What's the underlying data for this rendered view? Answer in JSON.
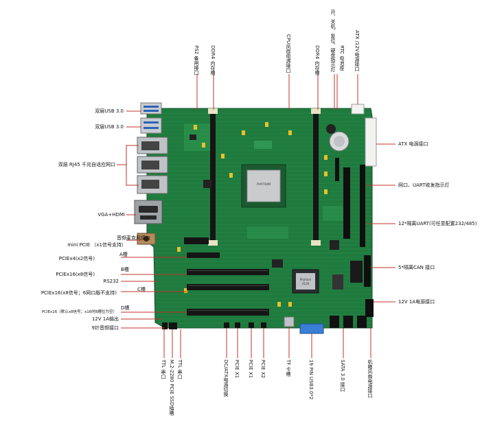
{
  "colors": {
    "pcb": "#1f7a3e",
    "pcb_dark": "#145a2b",
    "leader": "#c0302a",
    "slot": "#151515",
    "metal": "#b9bcc0",
    "dimm_latch": "#e8e3c4",
    "sata": "#111111",
    "usb_header": "#3a7fd5"
  },
  "board": {
    "cpu_die_text": "PHYTIUM",
    "bridge_chip_text": "Phytium\nX100"
  },
  "labels": {
    "left": {
      "usb_top": "双层USB 3.0",
      "usb_mid": "双层USB 3.0",
      "rj45": "双层 RJ45 千兆自适应网口",
      "vga_hdmi": "VGA+HDMI",
      "audio": "音频麦克风接口",
      "mini_pcie": "mini PCIE （x1信号支持）",
      "slot_a_desc": "PCIEx4(x2信号)",
      "slot_a": "A槽",
      "slot_b_desc": "PCIEx16(x8信号)",
      "slot_b": "B槽",
      "rs232": "RS232",
      "slot_c_desc": "PCIEx16(x8信号；6网口版不支持)",
      "slot_c": "C槽",
      "slot_d_desc": "PCIEx16（默认x8信号；x16时B槽位为空）",
      "slot_d": "D槽",
      "dc_out": "12V 1A输出",
      "audio_9pin": "9针音频接口"
    },
    "right": {
      "atx_power": "ATX 电源接口",
      "uart_led": "网口、UART收发指示灯",
      "uart_12": "12*隔离UART(可任意配置232/485)",
      "can": "5*隔离CAN 接口",
      "dc_in": "12V 1A电源接口"
    },
    "top": {
      "ps2": "PS2 备用接口",
      "ddr_left": "DDR4 内存槽",
      "cpu_fan": "CPU风扇电源接口",
      "ddr_right": "DDR4 内存槽",
      "power_switch": "开、关机、复位、硬盘指示灯",
      "rtc": "RTC 电池座",
      "atx_12v": "ATX /12V电源接口"
    },
    "bottom": {
      "ttl_serial_a": "TTL 串口",
      "m2": "M.2-2280 PCIE SSD插槽",
      "ttl_serial_b": "TTL 串口",
      "dc_atx_switch": "DC/ATX电源切换",
      "pcie_x1_a": "PCIE X1",
      "pcie_x1_b": "PCIE X1",
      "pcie_x2": "PCIE X2",
      "tf": "TF 卡槽",
      "usb_header": "19 PIN  USB3.0*2",
      "sata": "SATA 3.0 接口",
      "sys_fan": "机箱风扇电源接口"
    }
  }
}
